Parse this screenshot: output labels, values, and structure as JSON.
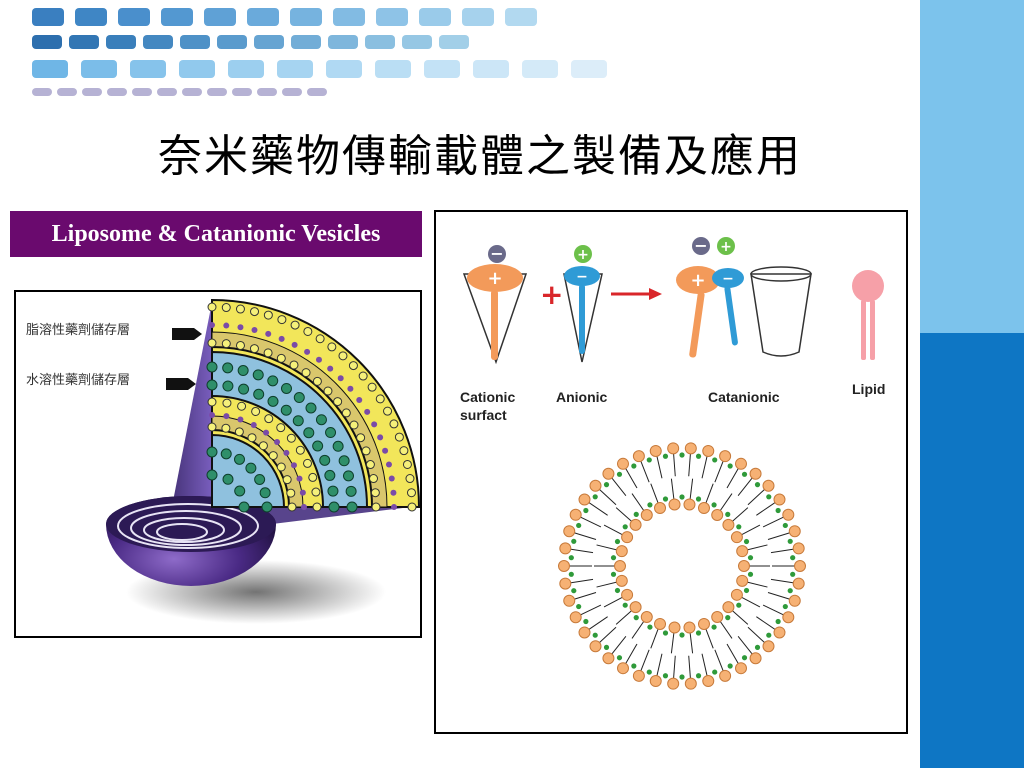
{
  "title": "奈米藥物傳輸載體之製備及應用",
  "section_label": "Liposome & Catanionic Vesicles",
  "liposome_figure": {
    "labels": {
      "lipophilic_layer": "脂溶性藥劑儲存層",
      "hydrophilic_layer": "水溶性藥劑儲存層"
    }
  },
  "catanionic_figure": {
    "labels": {
      "cationic": "Cationic",
      "surfactant": "surfact",
      "anionic": "Anionic",
      "catanionic": "Catanionic",
      "lipid": "Lipid"
    },
    "symbols": {
      "plus": "+",
      "minus": "−"
    }
  },
  "colors": {
    "sidebar_light": "#7cc3ec",
    "sidebar_dark": "#0e76c4",
    "label_bg": "#6a0a6e",
    "cationic_orange": "#f39a5a",
    "anionic_blue": "#2f9bd6",
    "lipid_pink": "#f6a0a8"
  }
}
